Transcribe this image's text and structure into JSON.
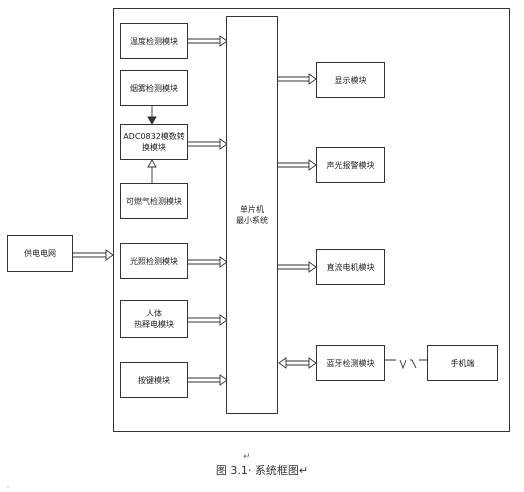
{
  "diagram": {
    "power": "供电电网",
    "mcu": "单片机\n最小系统",
    "inputs": {
      "temp": "温度检测模块",
      "smoke": "烟雾检测模块",
      "adc": "ADC0832模数转\n换模块",
      "gas": "可燃气检测模块",
      "light": "光照检测模块",
      "pir": "人体\n热释电模块",
      "keys": "按键模块"
    },
    "outputs": {
      "display": "显示模块",
      "alarm": "声光报警模块",
      "motor": "直流电机模块",
      "bt": "蓝牙检测模块",
      "phone": "手机端"
    }
  },
  "caption": {
    "return_mark": "↵",
    "text": "图 3.1· 系统框图↵"
  }
}
